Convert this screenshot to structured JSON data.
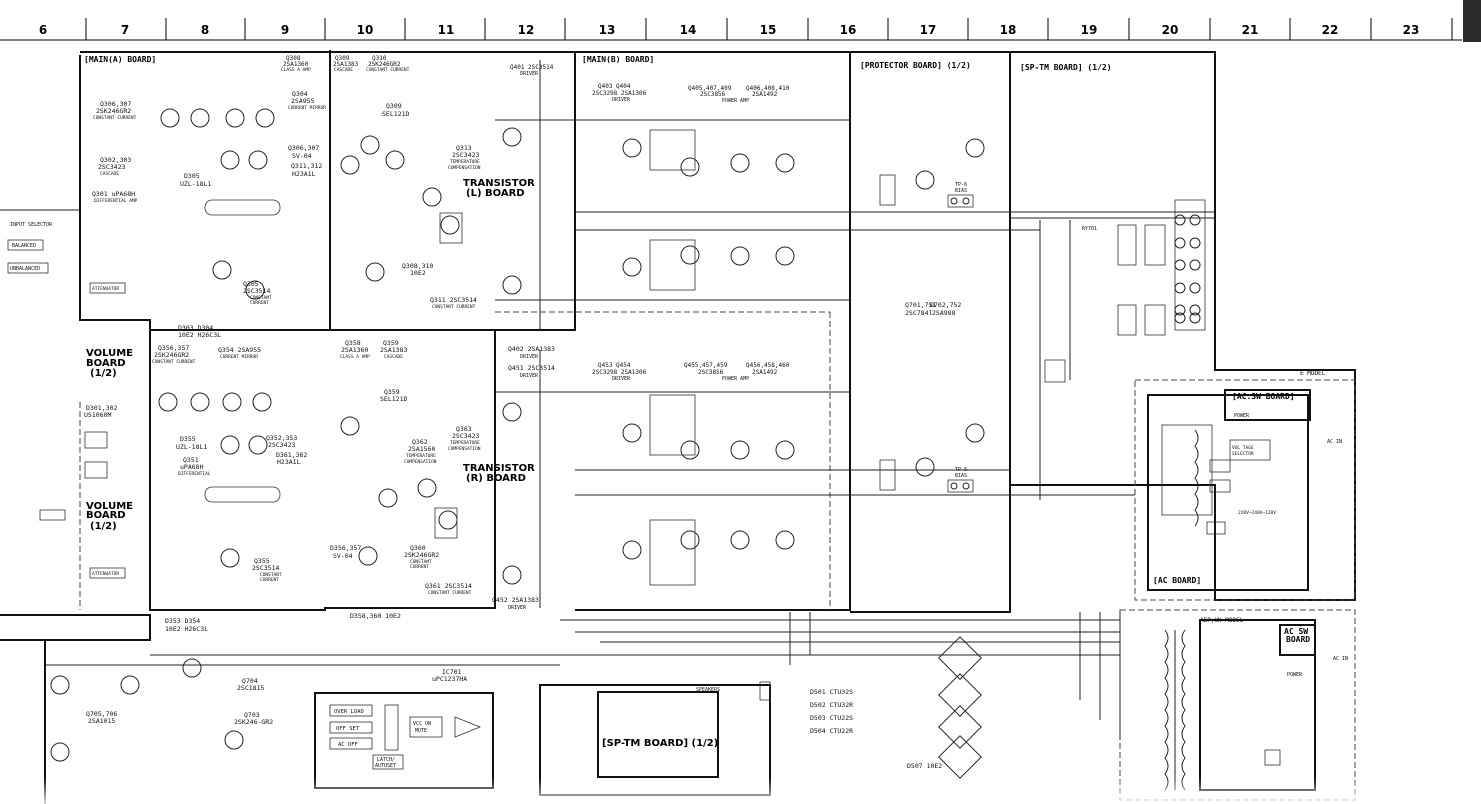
{
  "ruler": [
    "6",
    "7",
    "8",
    "9",
    "10",
    "11",
    "12",
    "13",
    "14",
    "15",
    "16",
    "17",
    "18",
    "19",
    "20",
    "21",
    "22",
    "23"
  ],
  "boards": {
    "main_a": "[MAIN(A) BOARD]",
    "main_b": "[MAIN(B) BOARD]",
    "protector": "[PROTECTOR BOARD] (1/2)",
    "sptm": "[SP-TM BOARD] (1/2)",
    "transistor_l": [
      "TRANSISTOR",
      "(L) BOARD"
    ],
    "transistor_r": [
      "TRANSISTOR",
      "(R) BOARD"
    ],
    "volume_top": [
      "VOLUME",
      "BOARD",
      "(1/2)"
    ],
    "volume_bot": [
      "VOLUME",
      "BOARD",
      "(1/2)"
    ],
    "ac_sw_e": "[AC.SW BOARD]",
    "ac_board": "[AC BOARD]",
    "ac_sw_aep": [
      "AC SW",
      "BOARD"
    ],
    "sptm_bottom": "[SP-TM BOARD] (1/2)",
    "e_model": "E MODEL",
    "aep_model": "AEP,UK MODEL"
  },
  "labels": {
    "q308": [
      "Q308",
      "2SA1360",
      "CLASS A AMP"
    ],
    "q309": [
      "Q309",
      "2SA1383",
      "CASCADE"
    ],
    "q310": [
      "Q310",
      "2SK246GR2",
      "CONSTANT CURRENT"
    ],
    "q306": [
      "Q306,307",
      "2SK246GR2",
      "CONSTANT CURRENT"
    ],
    "q304": [
      "Q304",
      "2SA955",
      "CURRENT MIRROR"
    ],
    "q306b": [
      "Q306,307",
      "SV-04"
    ],
    "q311": [
      "Q311,312",
      "H23A1L"
    ],
    "q309b": [
      "Q309",
      "SEL121D"
    ],
    "q302": [
      "Q302,303",
      "2SC3423",
      "CASCADE"
    ],
    "q301": [
      "Q301 uPA68H",
      "DIFFERENTIAL AMP"
    ],
    "q305": [
      "D305",
      "UZL-18L1"
    ],
    "q313": [
      "Q313",
      "2SC3423",
      "TEMPERATURE",
      "COMPENSATION"
    ],
    "q401": [
      "Q401 2SC3514",
      "DRIVER"
    ],
    "q403": [
      "Q403  Q404",
      "2SC3298 2SA1306",
      "DRIVER"
    ],
    "q405": [
      "Q405,407,409",
      "2SC3856"
    ],
    "q406": [
      "Q406,408,410",
      "2SA1492"
    ],
    "power_amp": "POWER AMP",
    "q308b": [
      "Q308,310",
      "10E2"
    ],
    "q311b": [
      "Q311 2SC3514",
      "CONSTANT CURRENT"
    ],
    "q305b": [
      "Q305",
      "2SC3514",
      "CONSTANT",
      "CURRENT"
    ],
    "q303": [
      "D303  D304",
      "10E2  H26C3L"
    ],
    "q356": [
      "Q356,357",
      "2SK246GR2",
      "CONSTANT CURRENT"
    ],
    "q354": [
      "Q354 2SA955",
      "CURRENT MIRROR"
    ],
    "q358": [
      "Q358",
      "2SA1360",
      "CLASS A AMP"
    ],
    "q359": [
      "Q359",
      "2SA1383",
      "CASCADE"
    ],
    "q359b": [
      "Q359",
      "SEL121D"
    ],
    "q402": [
      "Q402 2SA1383",
      "DRIVER"
    ],
    "q451": [
      "Q451 2SC3514",
      "DRIVER"
    ],
    "q453": [
      "Q453  Q454",
      "2SC3298 2SA1306",
      "DRIVER"
    ],
    "q455": [
      "Q455,457,459",
      "2SC3856"
    ],
    "q456": [
      "Q456,458,460",
      "2SA1492"
    ],
    "q355": [
      "D355",
      "UZL-18L1"
    ],
    "q352": [
      "Q352,353",
      "2SC3423"
    ],
    "q361": [
      "D361,362",
      "H23A1L"
    ],
    "q351": [
      "Q351",
      "uPA68H",
      "DIFFERENTIAL"
    ],
    "q363": [
      "Q363",
      "2SC3423",
      "TEMPERATURE",
      "COMPENSATION"
    ],
    "q362": [
      "Q362",
      "2SA1560",
      "TEMPERATURE",
      "COMPENSATION"
    ],
    "q356b": [
      "D356,357",
      "SV-04"
    ],
    "q360": [
      "Q360",
      "2SK246GR2",
      "CONSTANT",
      "CURRENT"
    ],
    "q361b": [
      "Q361 2SC3514",
      "CONSTANT CURRENT"
    ],
    "q452": [
      "Q452 2SA1383",
      "DRIVER"
    ],
    "q355b": [
      "Q355",
      "2SC3514",
      "CONSTANT",
      "CURRENT"
    ],
    "q353b": [
      "D353  D354",
      "10E2  H26C3L"
    ],
    "q358b": "D358,360 10E2",
    "q701": [
      "Q701,751",
      "2SC784l"
    ],
    "q702": [
      "D702,752",
      "2SA988"
    ],
    "d301": [
      "D301,302",
      "US1060M"
    ],
    "attenuator": "ATTENUATOR",
    "attenuator2": "ATTENUATOR",
    "balanced": "BALANCED",
    "unbalanced": "UNBALANCED",
    "input_selector": "INPUT SELECTOR",
    "ic701": [
      "IC701",
      "uPC1237HA"
    ],
    "q704": [
      "Q704",
      "2SC1815"
    ],
    "q703": [
      "Q703",
      "2SK246-GR2"
    ],
    "q705": [
      "Q705,706",
      "2SA1015"
    ],
    "over_load": "OVER LOAD",
    "off_set": "OFF SET",
    "ac_off": "AC OFF",
    "vcc_mute": [
      "VCC ON",
      "MUTE"
    ],
    "latch": [
      "LATCH/",
      "AUTOSET"
    ],
    "d501": "D501  CTU32S",
    "d502": "D502  CTU32R",
    "d503": "D503  CTU22S",
    "d504": "D504  CTU22R",
    "d507": "D507 10E2",
    "speakers": "SPEAKERS",
    "power": "POWER",
    "ac_in": "AC IN",
    "volt_sel": [
      "VOL TAGE",
      "SELECTOR"
    ],
    "v_range": "220V~240V~120V",
    "rly701": "RY701",
    "tp6": [
      "TP-6",
      "BIAS"
    ]
  }
}
